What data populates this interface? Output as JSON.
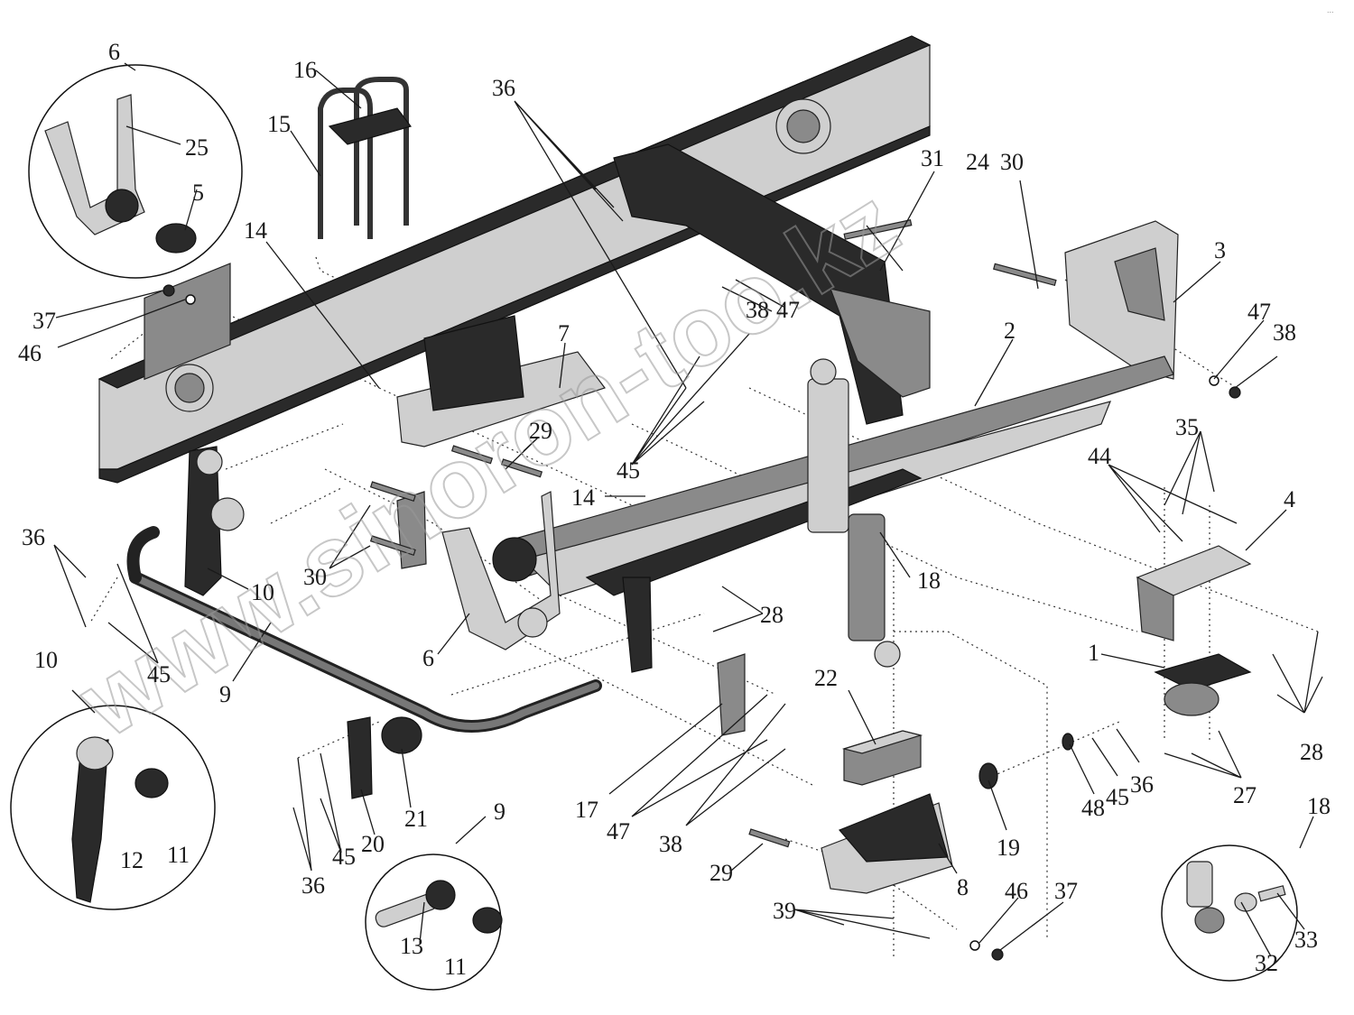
{
  "watermark": "www.sinoron-too.kz",
  "corner_mark": "...",
  "labels": {
    "l1": "1",
    "l2": "2",
    "l3": "3",
    "l4": "4",
    "l5": "5",
    "l6a": "6",
    "l6b": "6",
    "l7": "7",
    "l8": "8",
    "l9a": "9",
    "l9b": "9",
    "l10a": "10",
    "l10b": "10",
    "l11a": "11",
    "l11b": "11",
    "l12": "12",
    "l13": "13",
    "l14a": "14",
    "l14b": "14",
    "l15": "15",
    "l16": "16",
    "l17": "17",
    "l18a": "18",
    "l18b": "18",
    "l19": "19",
    "l20": "20",
    "l21": "21",
    "l22": "22",
    "l24": "24",
    "l25": "25",
    "l27": "27",
    "l28a": "28",
    "l28b": "28",
    "l29a": "29",
    "l29b": "29",
    "l30a": "30",
    "l30b": "30",
    "l31": "31",
    "l32": "32",
    "l33": "33",
    "l35": "35",
    "l36a": "36",
    "l36b": "36",
    "l36c": "36",
    "l36d": "36",
    "l37a": "37",
    "l37b": "37",
    "l38a": "38",
    "l38b": "38",
    "l38c": "38",
    "l39": "39",
    "l44": "44",
    "l45a": "45",
    "l45b": "45",
    "l45c": "45",
    "l45d": "45",
    "l46a": "46",
    "l46b": "46",
    "l47a": "47",
    "l47b": "47",
    "l47c": "47",
    "l48": "48"
  }
}
